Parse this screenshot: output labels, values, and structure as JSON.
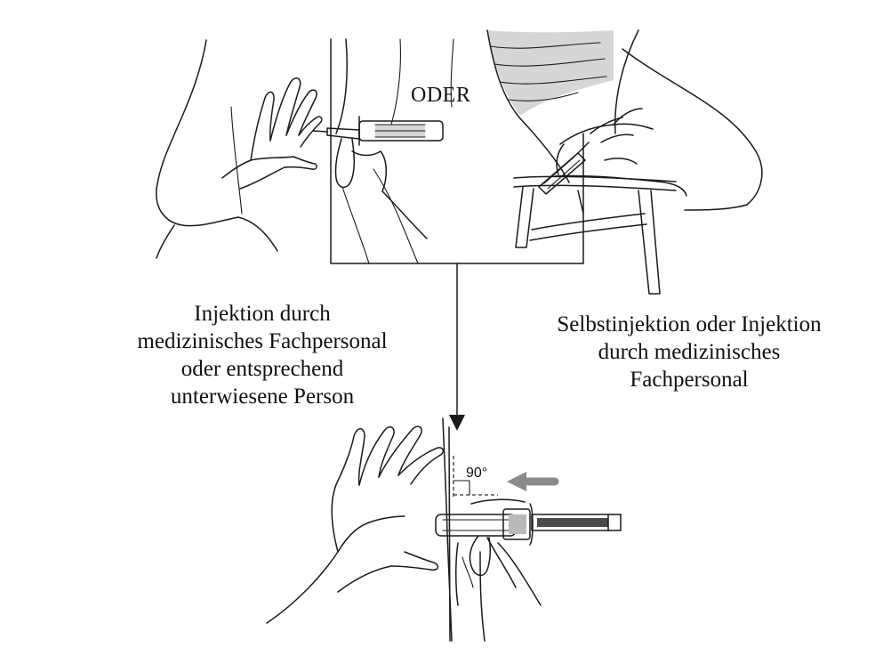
{
  "labels": {
    "oder": "ODER",
    "left_caption": "Injektion durch\nmedizinisches Fachpersonal\noder entsprechend\nunterwiesene Person",
    "right_caption": "Selbstinjektion oder Injektion\ndurch medizinisches\nFachpersonal",
    "angle": "90°"
  },
  "icons": [
    "syringe-icon",
    "hand-icon",
    "arrow-down-icon",
    "arrow-left-icon",
    "right-angle-icon"
  ]
}
